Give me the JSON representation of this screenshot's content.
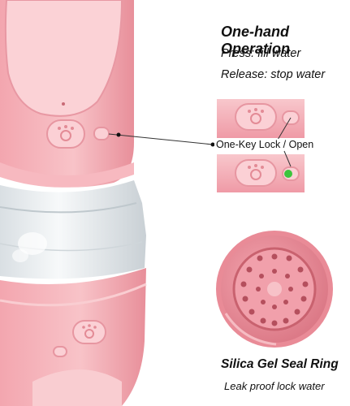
{
  "features": {
    "operation": {
      "title": "One-hand Operation",
      "press": "Press: fill water",
      "release": "Release: stop water"
    },
    "lock": {
      "label": "One-Key Lock / Open"
    },
    "seal": {
      "title": "Silica Gel Seal Ring",
      "subtitle": "Leak proof lock water"
    }
  },
  "colors": {
    "bottle_pink": "#f4a7b0",
    "bottle_pink_light": "#fbd3d6",
    "bottle_pink_dark": "#e38b96",
    "water_clear": "#eef2f4",
    "indicator_green": "#3cc43c",
    "text": "#111111"
  },
  "icons": [
    "paw-icon",
    "lock-button-icon"
  ]
}
